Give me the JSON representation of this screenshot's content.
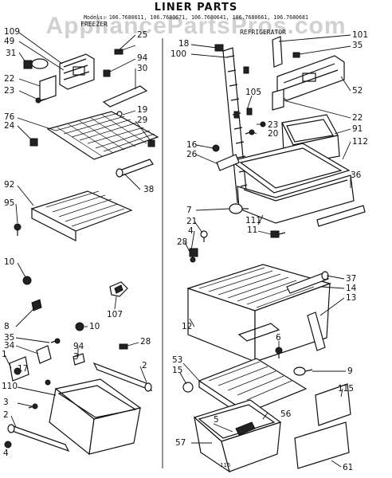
{
  "title": "LINER PARTS",
  "models": "Models: 106.7680611, 106.7680671, 106.7680641, 106.7680661, 106.7680681",
  "section_left": "FREEZER",
  "section_right": "REFRIGERATOR",
  "watermark": "AppliancePartsPros.com",
  "footer_code": "115",
  "colors": {
    "line": "#111111",
    "watermark": "#c9c9c9",
    "background": "#ffffff"
  },
  "callouts_freezer": [
    "109",
    "49",
    "31",
    "25",
    "94",
    "30",
    "22",
    "23",
    "19",
    "29",
    "76",
    "24",
    "38",
    "92",
    "95",
    "10",
    "107",
    "10",
    "8",
    "35",
    "34",
    "94",
    "3",
    "28",
    "1",
    "2",
    "17",
    "110",
    "3",
    "2",
    "4"
  ],
  "callouts_refrigerator": [
    "18",
    "100",
    "101",
    "35",
    "52",
    "105",
    "22",
    "23",
    "20",
    "91",
    "112",
    "16",
    "26",
    "36",
    "7",
    "21",
    "111",
    "11",
    "4",
    "28",
    "37",
    "14",
    "13",
    "12",
    "5",
    "6",
    "9",
    "53",
    "15",
    "115",
    "56",
    "57",
    "61"
  ]
}
